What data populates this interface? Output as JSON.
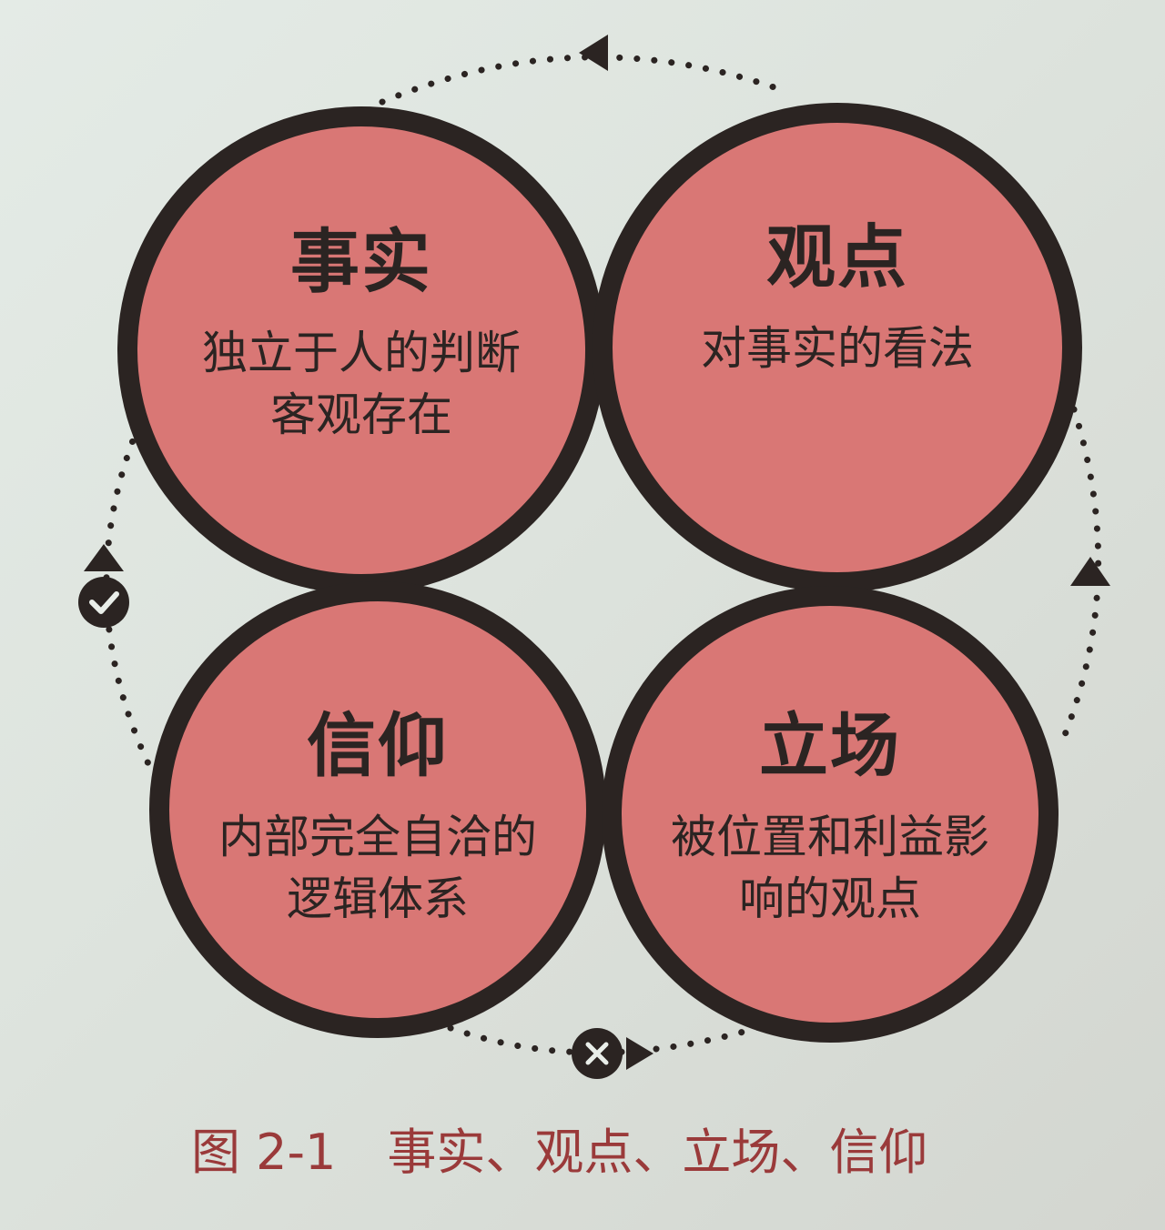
{
  "colors": {
    "circle_fill": "#d97775",
    "circle_stroke": "#2b2422",
    "dotted_ring": "#2b2422",
    "caption_text": "#9a3a3a",
    "background": "#dfe5df"
  },
  "circles": [
    {
      "id": "fact",
      "title": "事实",
      "desc_lines": [
        "独立于人的判断",
        "客观存在"
      ]
    },
    {
      "id": "opinion",
      "title": "观点",
      "desc_lines": [
        "对事实的看法"
      ]
    },
    {
      "id": "belief",
      "title": "信仰",
      "desc_lines": [
        "内部完全自洽的",
        "逻辑体系"
      ]
    },
    {
      "id": "stance",
      "title": "立场",
      "desc_lines": [
        "被位置和利益影",
        "响的观点"
      ]
    }
  ],
  "icons": {
    "check": "check-icon",
    "cross": "cross-icon",
    "arrow": "triangle-arrow-icon"
  },
  "caption": {
    "label": "图 2-1",
    "text": "事实、观点、立场、信仰"
  }
}
